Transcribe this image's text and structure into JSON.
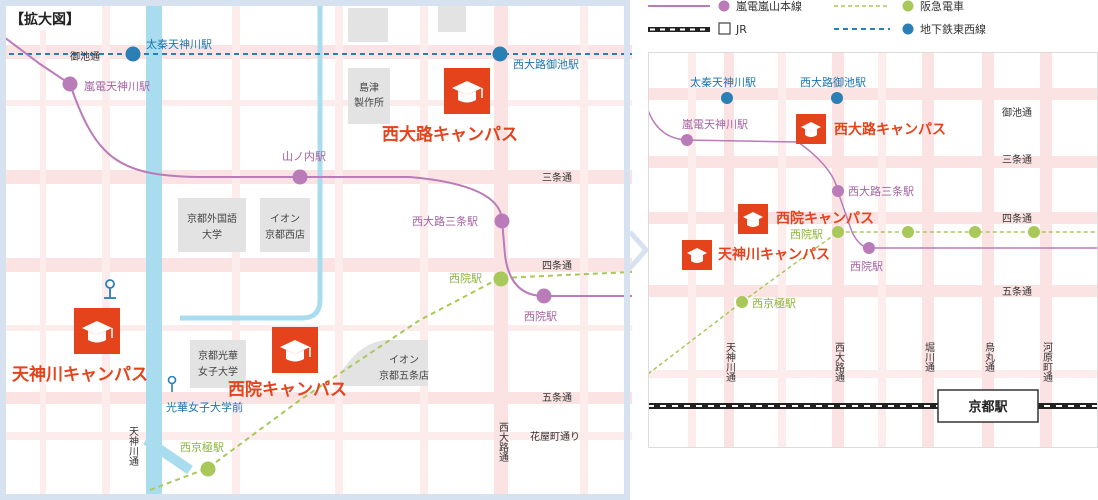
{
  "colors": {
    "randen": "#b97cb8",
    "hankyu": "#a8c95a",
    "subway": "#2a7fb4",
    "campus": "#e5431c",
    "river": "#a9dcef",
    "road": "#fbe3e3",
    "building": "#e3e3e3",
    "frame": "#d6e2ef",
    "text_station_randen": "#a463a2",
    "text_station_hankyu": "#8cb43e",
    "text_station_subway": "#1c74b0"
  },
  "zoom": {
    "title": "【拡大図】",
    "roads": {
      "oike": "御池通",
      "sanjo": "三条通",
      "shijo": "四条通",
      "gojo": "五条通",
      "hanaya": "花屋町通り",
      "tenjingawa": "天神川通",
      "nishioji": "西大路通"
    },
    "stations": {
      "randen_tenjingawa": "嵐電天神川駅",
      "yamanouchi": "山ノ内駅",
      "randen_nishioji_sanjo": "西大路三条駅",
      "randen_saiin": "西院駅",
      "hankyu_saiin": "西院駅",
      "nishikyogoku": "西京極駅",
      "subway_uzumasa": "太秦天神川駅",
      "subway_nishioji_oike": "西大路御池駅",
      "koka_mae": "光華女子大学前"
    },
    "buildings": {
      "shimadzu": "島津製作所",
      "gaikokugo": "京都外国語大学",
      "aeon_nishi": "イオン京都西店",
      "koka": "京都光華女子大学",
      "aeon_gojo": "イオン京都五条店"
    },
    "campuses": {
      "nishioji": "西大路キャンパス",
      "tenjingawa": "天神川キャンパス",
      "saiin": "西院キャンパス"
    }
  },
  "legend": {
    "randen": "嵐電嵐山本線",
    "hankyu": "阪急電車",
    "jr": "JR",
    "subway": "地下鉄東西線"
  },
  "overview": {
    "stations": {
      "uzumasa": "太秦天神川駅",
      "nishioji_oike": "西大路御池駅",
      "randen_tenjingawa": "嵐電天神川駅",
      "nishioji_sanjo": "西大路三条駅",
      "hankyu_saiin": "西院駅",
      "randen_saiin": "西院駅",
      "nishikyogoku": "西京極駅",
      "kyoto": "京都駅"
    },
    "roads": {
      "oike": "御池通",
      "sanjo": "三条通",
      "shijo": "四条通",
      "gojo": "五条通",
      "tenjingawa": "天神川通",
      "nishioji": "西大路通",
      "horikawa": "堀川通",
      "karasuma": "烏丸通",
      "kawaramachi": "河原町通"
    },
    "campuses": {
      "nishioji": "西大路キャンパス",
      "saiin": "西院キャンパス",
      "tenjingawa": "天神川キャンパス"
    }
  }
}
